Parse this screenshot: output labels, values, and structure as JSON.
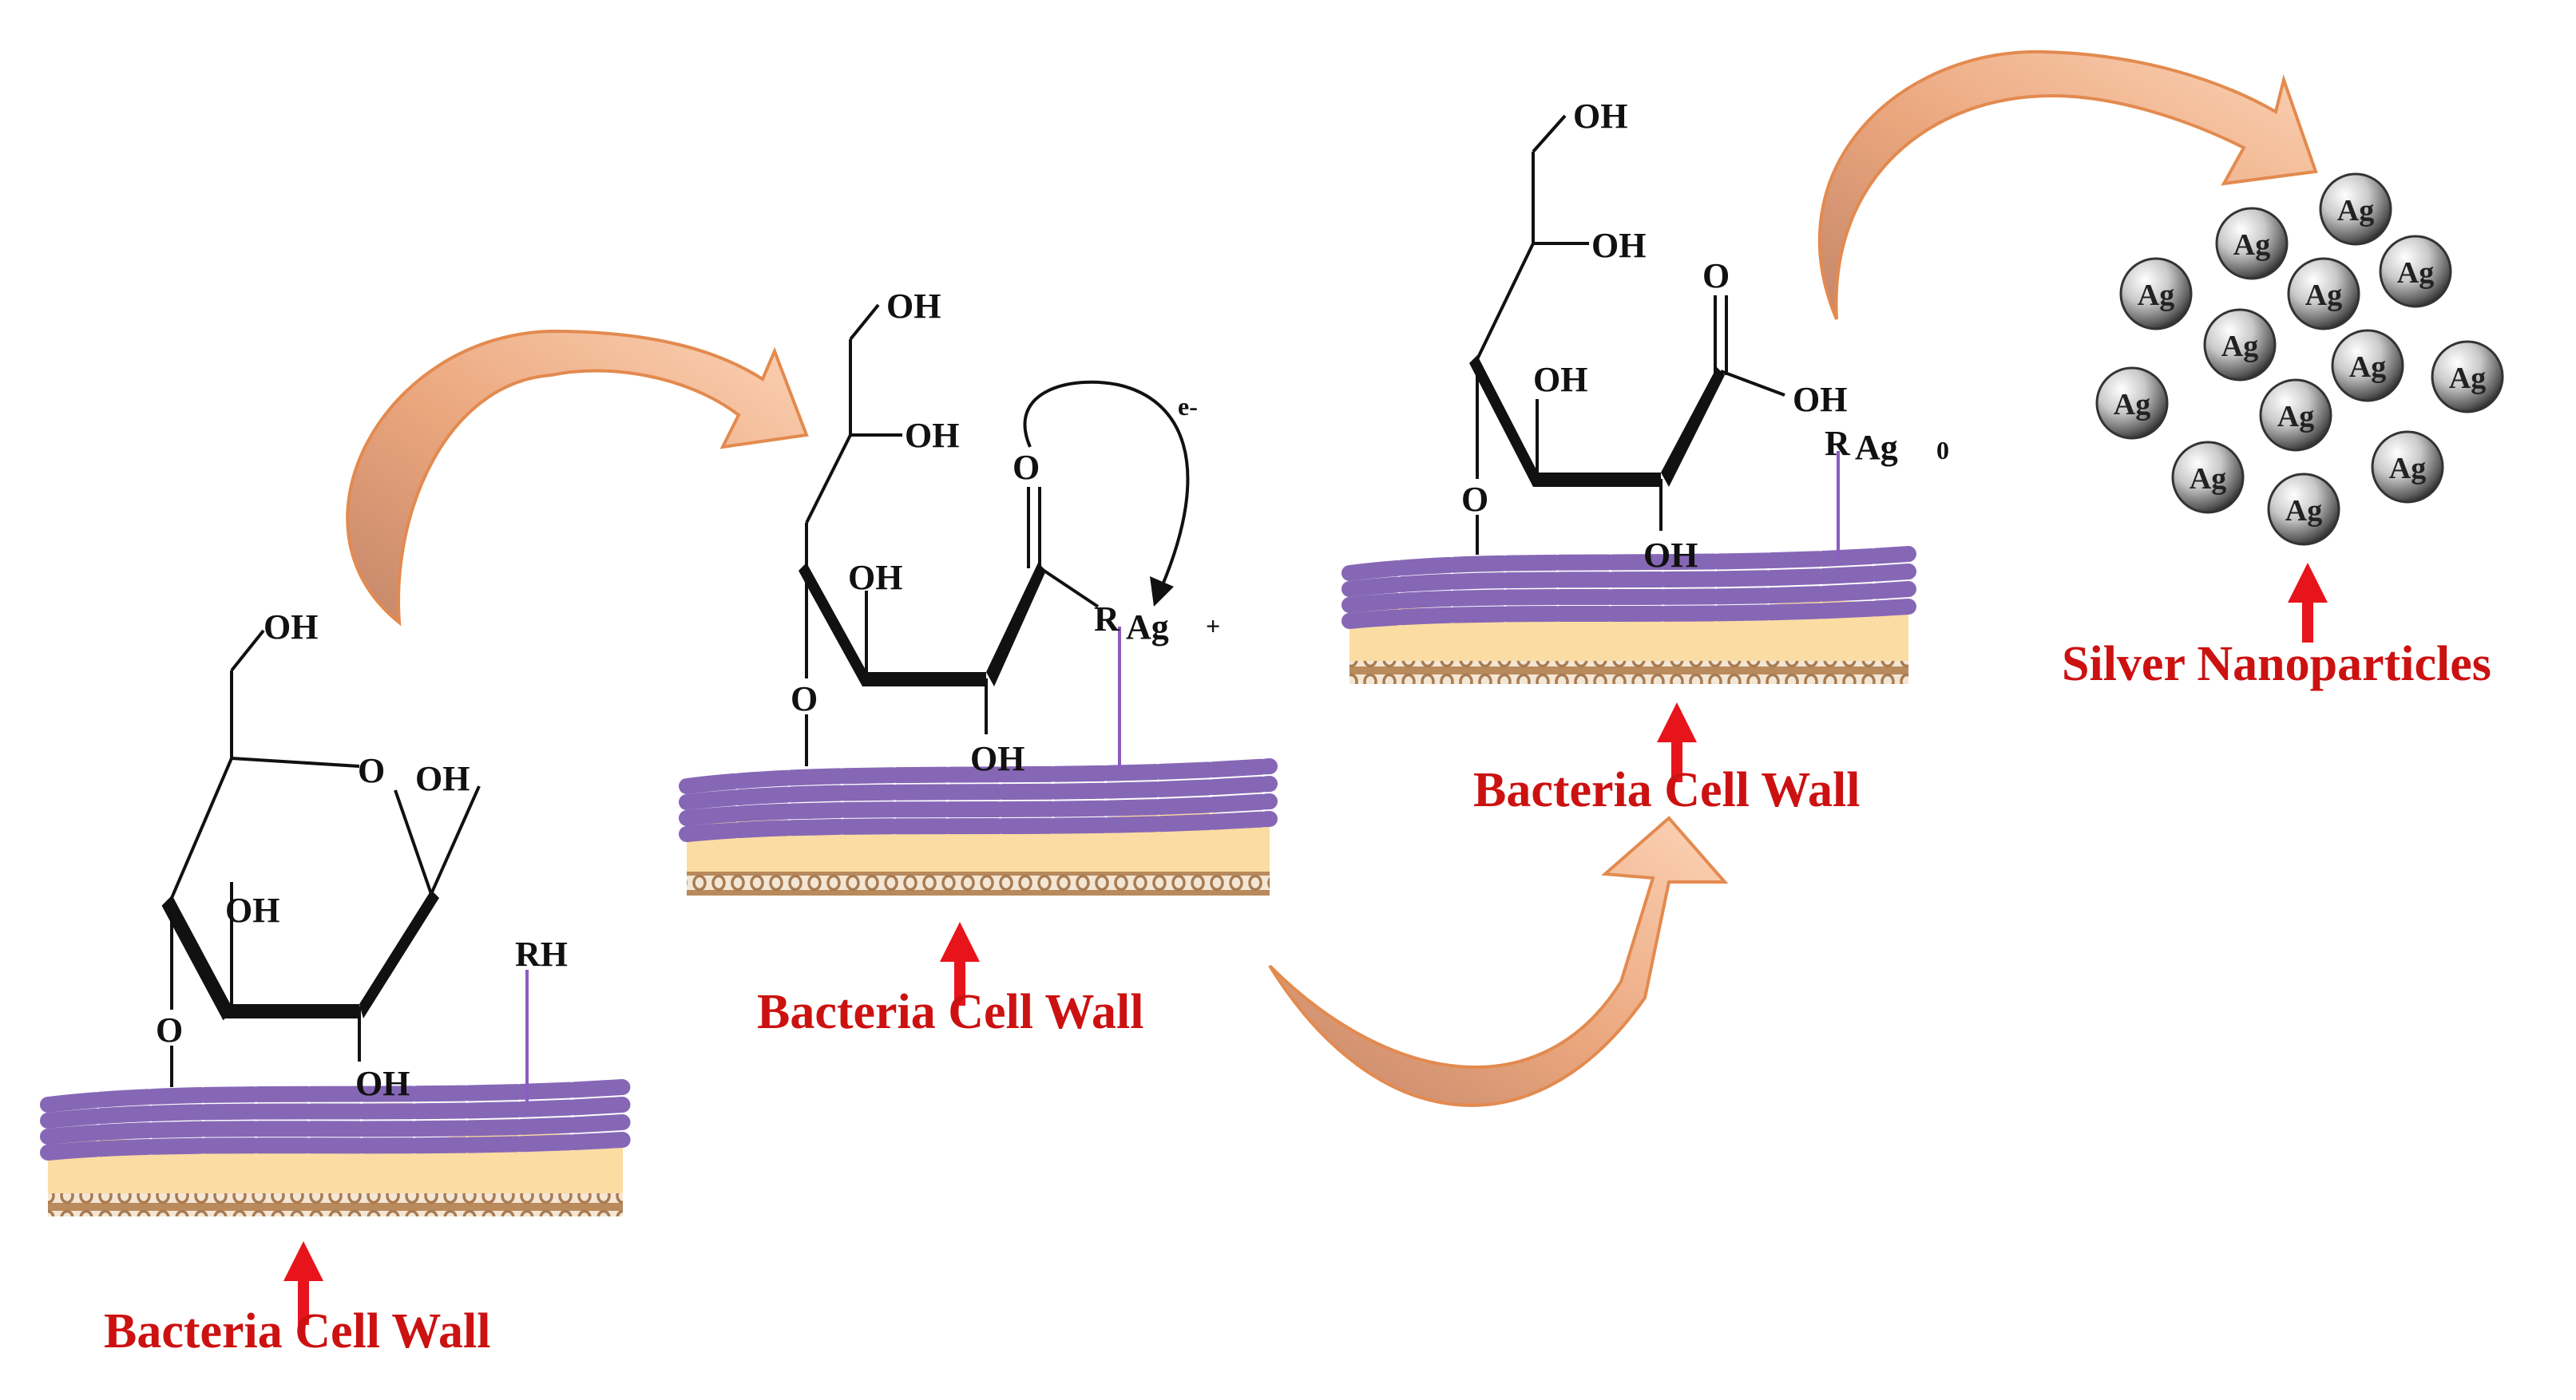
{
  "colors": {
    "caption": "#cc1111",
    "arrow_red": "#e8141b",
    "membrane_purple": "#8667b6",
    "membrane_cream": "#fbdca2",
    "peptidoglycan_tan": "#b98a5c",
    "curved_arrow_fill": "#f7c199",
    "curved_arrow_stroke": "#e38a4f",
    "linker_violet": "#8a5cc0"
  },
  "stage1": {
    "labels": {
      "oh_ch2": "OH",
      "o_ring": "O",
      "oh_c1": "OH",
      "oh_c3": "OH",
      "oh_c2": "OH",
      "o_link": "O",
      "rh": "RH"
    },
    "caption": "Bacteria Cell Wall"
  },
  "stage2": {
    "labels": {
      "oh_top": "OH",
      "oh_mid": "OH",
      "o_carbonyl": "O",
      "electron": "e-",
      "oh_ring1": "OH",
      "oh_ring2": "OH",
      "o_link": "O",
      "r": "R",
      "ag": "Ag",
      "charge": "+"
    },
    "caption": "Bacteria Cell Wall"
  },
  "stage3": {
    "labels": {
      "oh_top": "OH",
      "oh_mid": "OH",
      "o_carbonyl": "O",
      "oh_acid": "OH",
      "oh_ring1": "OH",
      "oh_ring2": "OH",
      "o_link": "O",
      "r": "R",
      "ag": "Ag",
      "charge": "0"
    },
    "caption": "Bacteria Cell Wall"
  },
  "nanoparticles": {
    "label": "Ag",
    "count": 13,
    "caption": "Silver Nanoparticles"
  }
}
